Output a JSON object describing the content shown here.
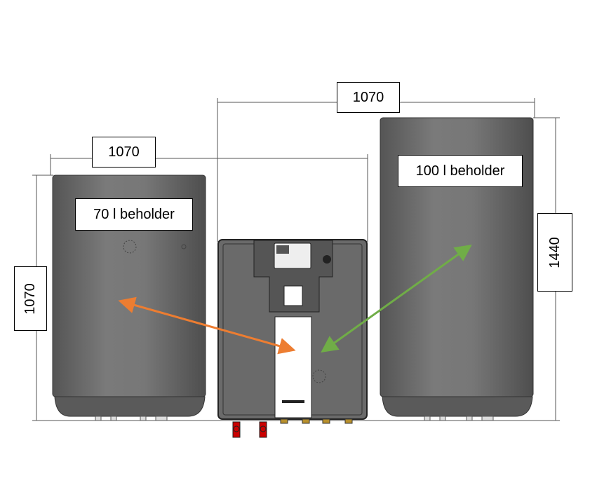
{
  "dimensions": {
    "top_width": "1070",
    "left_width": "1070",
    "left_height": "1070",
    "right_height": "1440"
  },
  "labels": {
    "left_tank": "70 l beholder",
    "right_tank": "100 l beholder"
  },
  "colors": {
    "tank": "#6b6b6b",
    "orange_arrow": "#ed7d31",
    "green_arrow": "#70ad47"
  }
}
